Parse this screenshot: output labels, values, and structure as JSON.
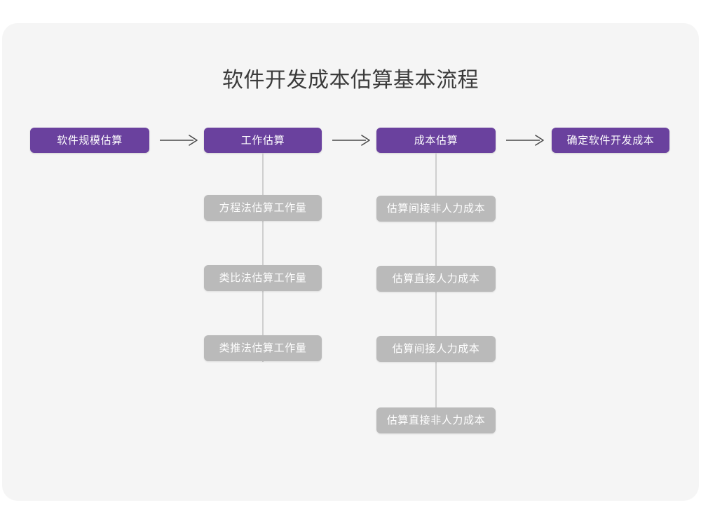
{
  "page": {
    "background_color": "#ffffff",
    "card_color": "#f5f5f5"
  },
  "diagram": {
    "title": "软件开发成本估算基本流程",
    "type": "flowchart",
    "colors": {
      "primary": "#6a419e",
      "secondary": "#bababa",
      "connector": "#cfcfcf",
      "arrow": "#4a4a4a",
      "title_text": "#3b3b3b",
      "node_text": "#ffffff"
    },
    "main_flow": [
      {
        "id": "step-1",
        "label": "软件规模估算"
      },
      {
        "id": "step-2",
        "label": "工作估算"
      },
      {
        "id": "step-3",
        "label": "成本估算"
      },
      {
        "id": "step-4",
        "label": "确定软件开发成本"
      }
    ],
    "arrows": [
      {
        "id": "arrow-1",
        "from": "step-1",
        "to": "step-2",
        "glyph": "→"
      },
      {
        "id": "arrow-2",
        "from": "step-2",
        "to": "step-3",
        "glyph": "→"
      },
      {
        "id": "arrow-3",
        "from": "step-3",
        "to": "step-4",
        "glyph": "→"
      }
    ],
    "branches": [
      {
        "id": "branch-work",
        "parent": "step-2",
        "parent_label": "工作估算",
        "items": [
          {
            "id": "work-1",
            "label": "方程法估算工作量"
          },
          {
            "id": "work-2",
            "label": "类比法估算工作量"
          },
          {
            "id": "work-3",
            "label": "类推法估算工作量"
          }
        ]
      },
      {
        "id": "branch-cost",
        "parent": "step-3",
        "parent_label": "成本估算",
        "items": [
          {
            "id": "cost-1",
            "label": "估算间接非人力成本"
          },
          {
            "id": "cost-2",
            "label": "估算直接人力成本"
          },
          {
            "id": "cost-3",
            "label": "估算间接人力成本"
          },
          {
            "id": "cost-4",
            "label": "估算直接非人力成本"
          }
        ]
      }
    ]
  }
}
